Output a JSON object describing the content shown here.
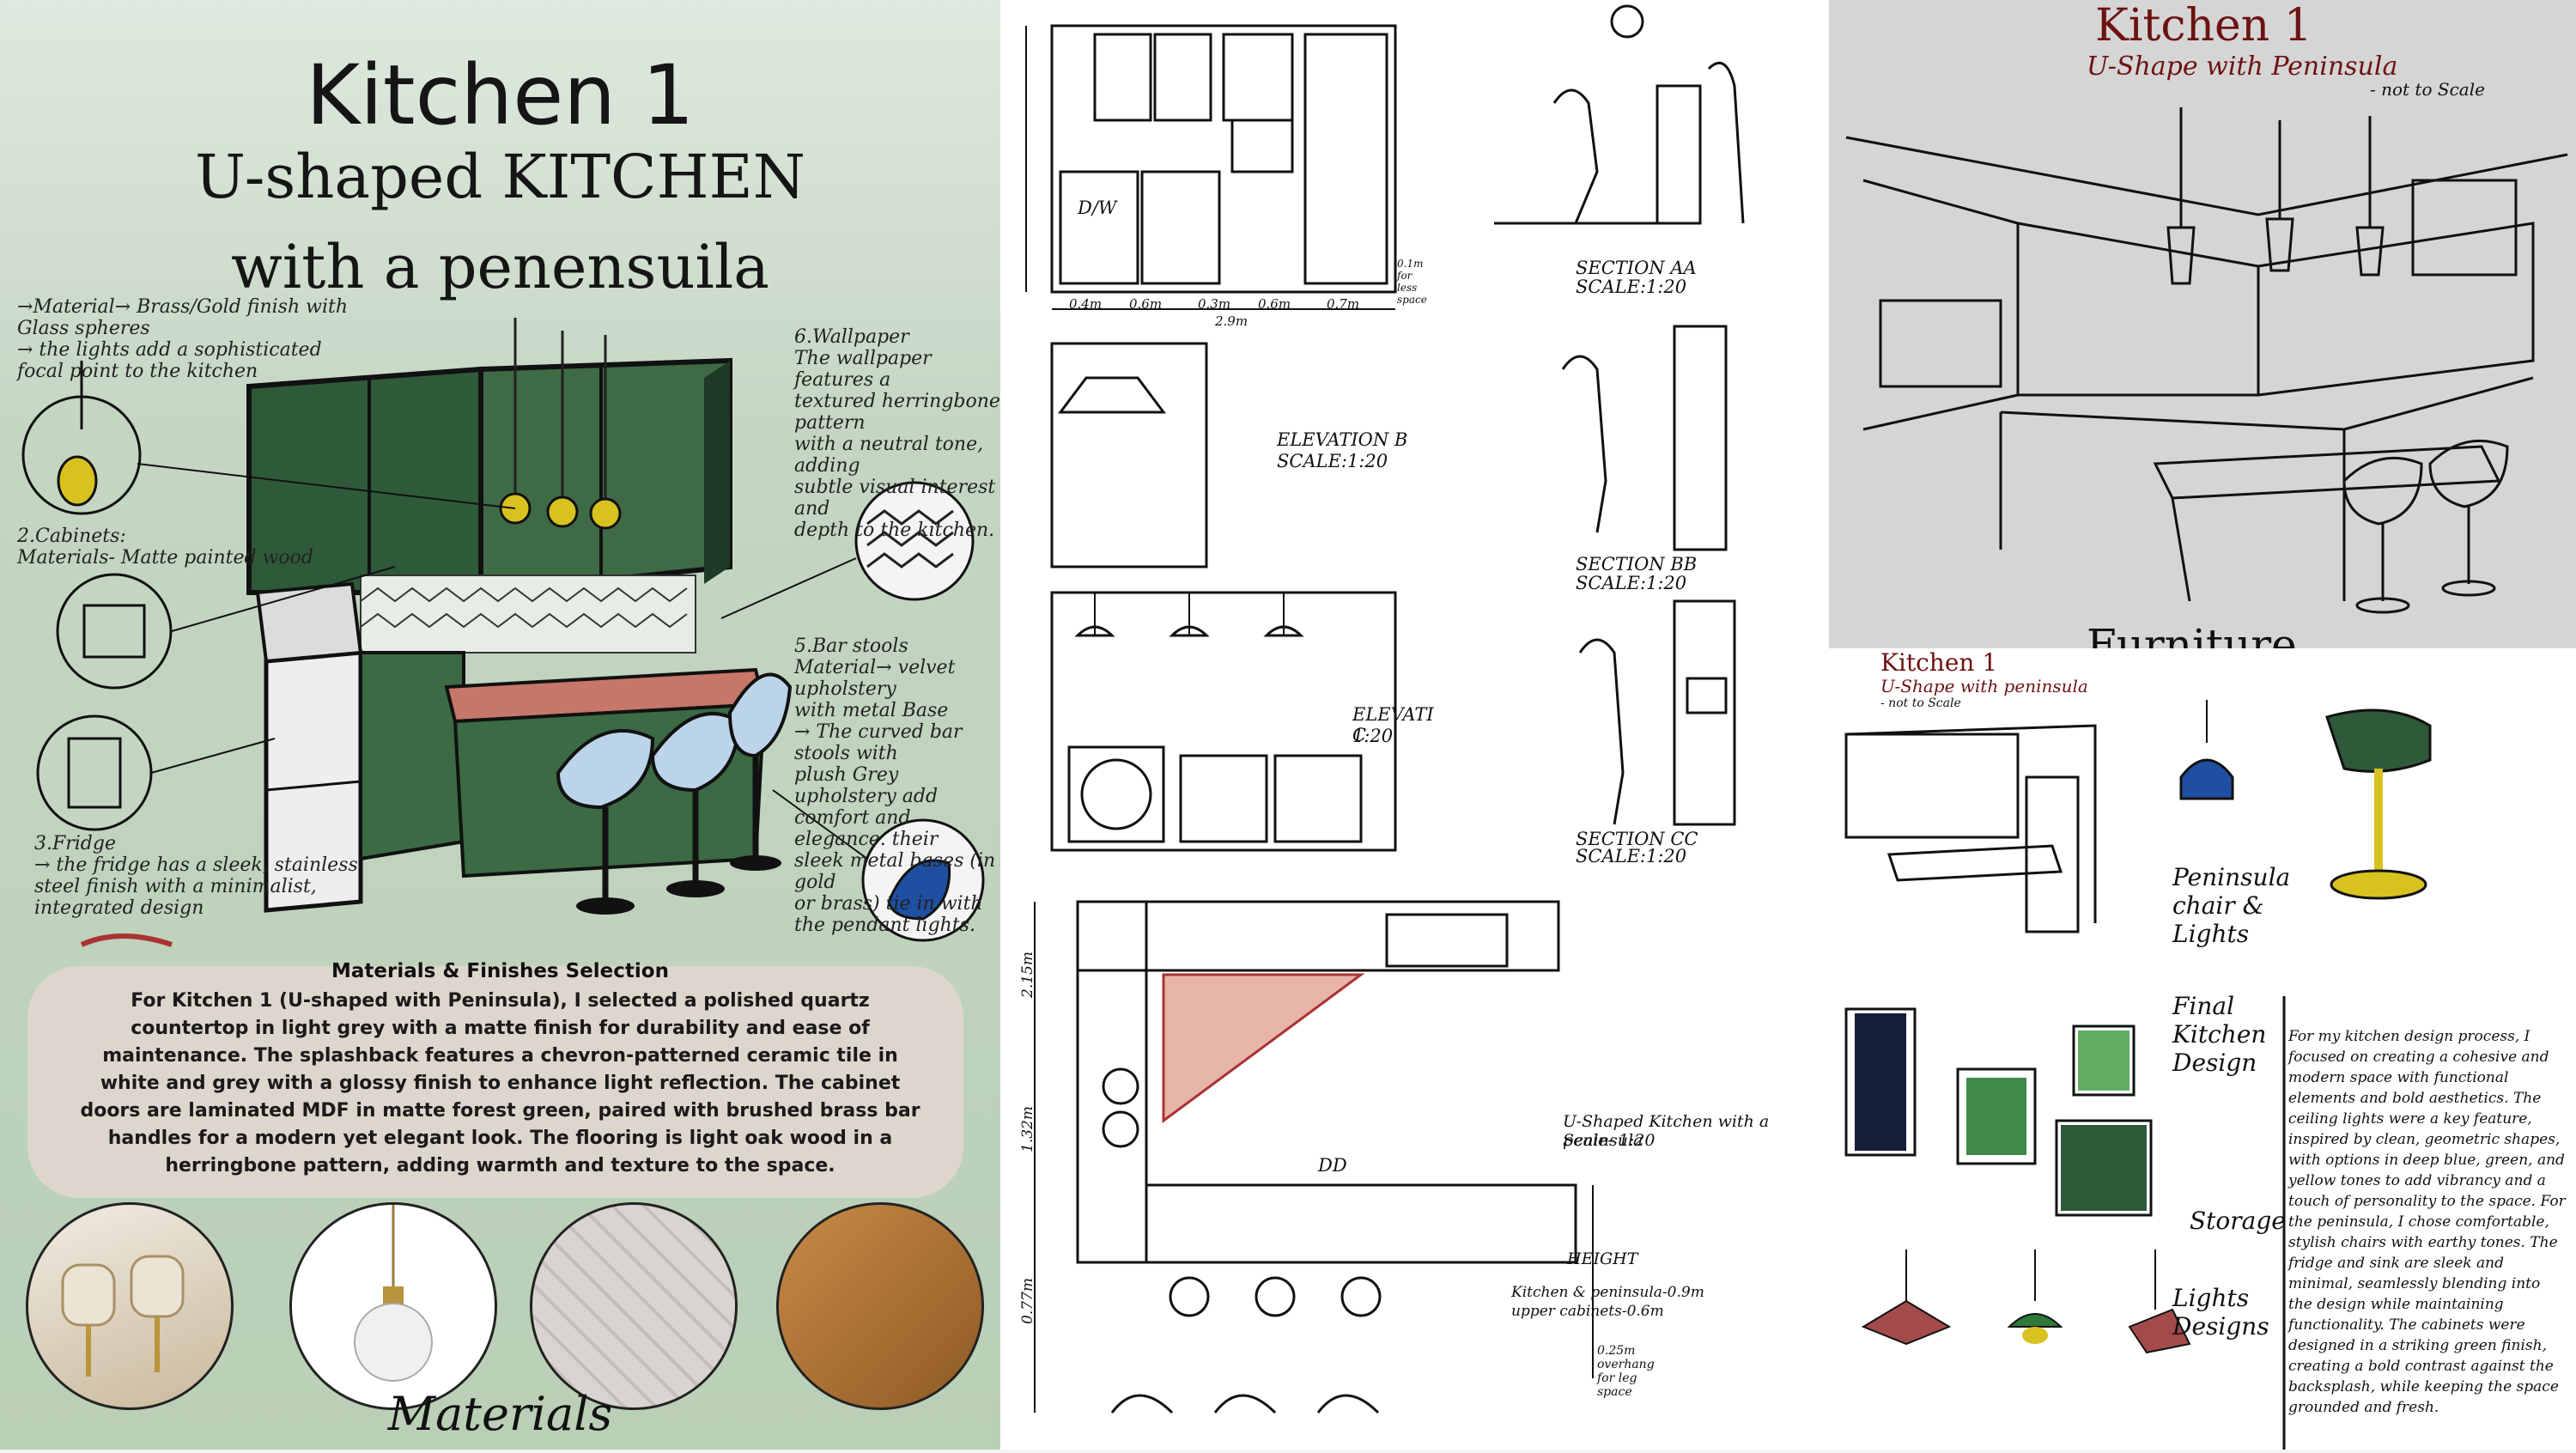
{
  "left": {
    "title": "Kitchen 1",
    "subtitle_line1": "U-shaped KITCHEN",
    "subtitle_line2": "with a penensuila",
    "notes": {
      "lights": [
        "→Material→ Brass/Gold finish with",
        "Glass spheres",
        "→ the lights add a sophisticated",
        "focal point to the kitchen"
      ],
      "cabinets": [
        "2.Cabinets:",
        "Materials- Matte painted wood"
      ],
      "fridge": [
        "3.Fridge",
        "→ the fridge has a sleek, stainless",
        "steel finish with a minimalist,",
        "integrated design"
      ],
      "wallpaper": [
        "6.Wallpaper",
        "The wallpaper features a",
        "textured herringbone pattern",
        "with a neutral tone, adding",
        "subtle visual interest and",
        "depth to the kitchen."
      ],
      "stools": [
        "5.Bar stools",
        "Material→ velvet upholstery",
        "with metal Base",
        "→ The curved bar stools with",
        "plush Grey upholstery add",
        "comfort and elegance. their",
        "sleek metal bases (in gold",
        "or brass) tie in with",
        "the pendant lights."
      ]
    },
    "materials_title": "Materials & Finishes Selection",
    "materials_text": "For Kitchen 1 (U-shaped with Peninsula), I selected a polished quartz countertop in light grey with a matte finish for durability and ease of maintenance. The splashback features a chevron-patterned ceramic tile in white and grey with a glossy finish to enhance light reflection. The cabinet doors are laminated MDF in matte forest green, paired with brushed brass bar handles for a modern yet elegant look. The flooring is light oak wood in a herringbone pattern, adding warmth and texture to the space.",
    "materials_label": "Materials"
  },
  "elev": {
    "b": "ELEVATION B",
    "b_scale": "SCALE:1:20",
    "c": "ELEVATION C",
    "c_scale": "1:20",
    "dw": "D/W",
    "dims_top": [
      "0.4m",
      "0.6m",
      "0.3m",
      "0.6m",
      "0.7m"
    ],
    "dim_total": "2.9m",
    "dim_space": "0.1m for less space"
  },
  "sections": {
    "aa": "SECTION AA",
    "aa_scale": "SCALE:1:20",
    "bb": "SECTION BB",
    "bb_scale": "SCALE:1:20",
    "cc": "SECTION CC",
    "cc_scale": "SCALE:1:20"
  },
  "plan": {
    "label": "U-Shaped Kitchen with a peninsula",
    "scale": "Scale- 1:20",
    "dd": "DD",
    "height_title": "HEIGHT",
    "height_line1": "Kitchen & peninsula-0.9m",
    "height_line2": "upper cabinets-0.6m",
    "dim_left1": "2.15m",
    "dim_left2": "1.32m",
    "dim_left3": "0.77m",
    "dim_overhang": "0.25m overhang for leg space"
  },
  "persp": {
    "title": "Kitchen 1",
    "subtitle": "U-Shape with Peninsula",
    "note": "- not to Scale"
  },
  "furniture_label": "Furniture",
  "board": {
    "title": "Kitchen 1",
    "subtitle": "U-Shape with peninsula",
    "note": "- not to Scale",
    "chair_label": [
      "Peninsula",
      "chair &",
      "Lights"
    ],
    "final_label": [
      "Final",
      "Kitchen",
      "Design"
    ],
    "storage_label": "Storage",
    "lights_label": [
      "Lights",
      "Designs"
    ],
    "description": "For my kitchen design process, I focused on creating a cohesive and modern space with functional elements and bold aesthetics. The ceiling lights were a key feature, inspired by clean, geometric shapes, with options in deep blue, green, and yellow tones to add vibrancy and a touch of personality to the space. For the peninsula, I chose comfortable, stylish chairs with earthy tones. The fridge and sink are sleek and minimal, seamlessly blending into the design while maintaining functionality. The cabinets were designed in a striking green finish, creating a bold contrast against the backsplash, while keeping the space grounded and fresh."
  },
  "colors": {
    "sage": "#b9cfb6",
    "forest_green": "#2f5a3a",
    "stool_blue": "#bcd4ea",
    "counter": "#c7766a",
    "gold": "#d8c21f",
    "light_blue": "#1f4fa0"
  }
}
